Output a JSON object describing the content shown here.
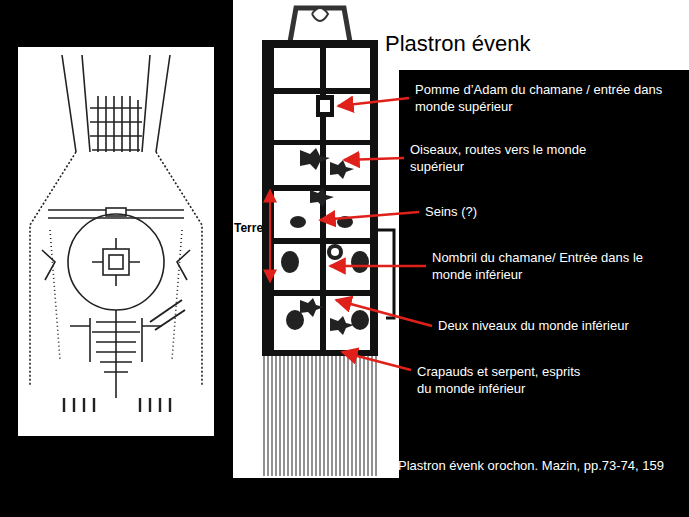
{
  "diagram": {
    "title": "Plastron évenk",
    "caption": "Plastron évenk orochon. Mazin, pp.73-74, 159",
    "labels": [
      "Pomme d’Adam du chamane / entrée dans monde supérieur",
      "Oiseaux, routes vers le monde supérieur",
      "Seins (?)",
      "Terre",
      "Nombril du chamane/ Entrée dans le monde inférieur",
      "Deux niveaux du monde inférieur",
      "Crapauds et serpent, esprits du monde inférieur"
    ]
  }
}
